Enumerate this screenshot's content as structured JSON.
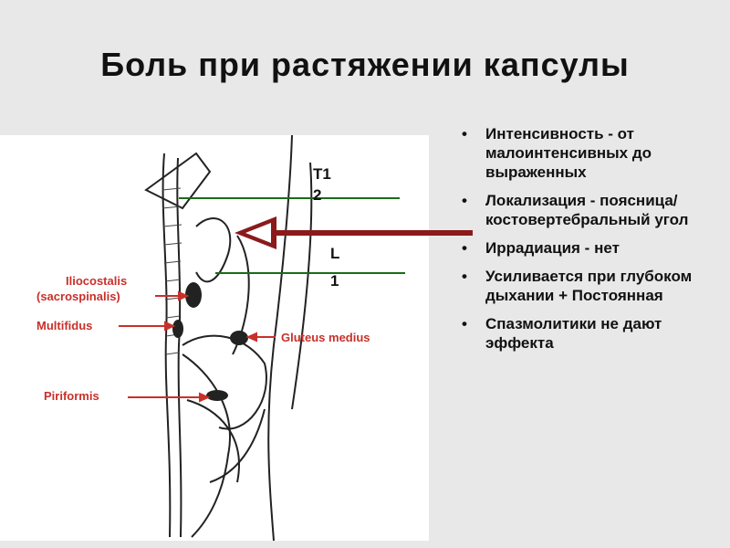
{
  "slide": {
    "title": "Боль при растяжении капсулы"
  },
  "figure": {
    "level_top": "T1\n2",
    "level_top_line1": "T1",
    "level_top_line2": "2",
    "level_bottom_line1": "L",
    "level_bottom_line2": "1",
    "muscle_labels": {
      "iliocostalis_1": "Iliocostalis",
      "iliocostalis_2": "(sacrospinalis)",
      "multifidus": "Multifidus",
      "gluteus": "Gluteus medius",
      "piriformis": "Piriformis"
    },
    "colors": {
      "label_red": "#c8302a",
      "level_line": "#1a6b1a",
      "arrow": "#8b1a1a"
    }
  },
  "bullets": [
    {
      "icon": "bullet-dot",
      "text": "Интенсивность - от малоинтенсивных до выраженных"
    },
    {
      "icon": "bullet-dot",
      "text": "Локализация - поясница/костовертебральный угол"
    },
    {
      "icon": "bullet-dot",
      "text": "Иррадиация - нет"
    },
    {
      "icon": "bullet-dot",
      "text": "Усиливается при глубоком дыхании + Постоянная"
    },
    {
      "icon": "bullet-dot",
      "text": "Спазмолитики не дают эффекта"
    }
  ]
}
